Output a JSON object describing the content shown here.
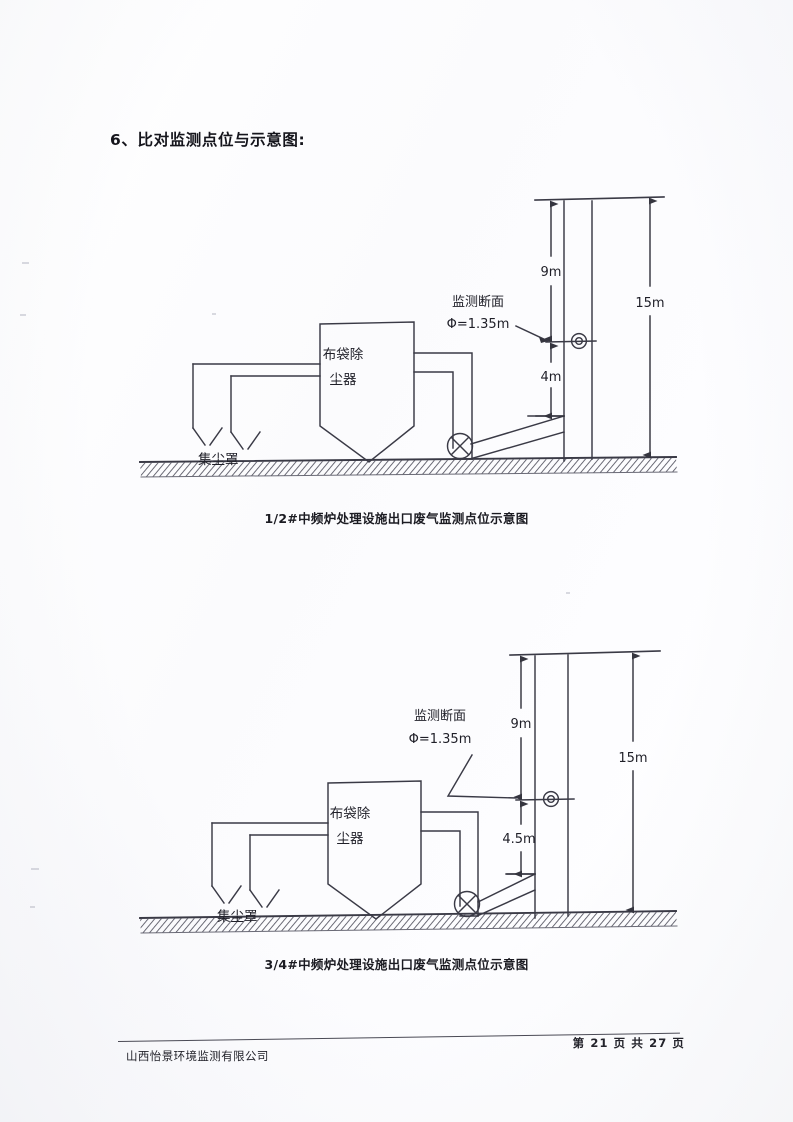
{
  "document": {
    "heading": "6、比对监测点位与示意图:",
    "footer": {
      "company": "山西怡景环境监测有限公司",
      "pagination": "第 21 页 共 27 页",
      "page_number": "21",
      "total_pages": "27"
    }
  },
  "figures": [
    {
      "id": "figure-1",
      "caption": "1/2#中频炉处理设施出口废气监测点位示意图",
      "labels": {
        "hood": "集尘罩",
        "baghouse_line1": "布袋除",
        "baghouse_line2": "尘器",
        "section_title": "监测断面",
        "section_diameter": "Φ=1.35m",
        "dim_upper": "9m",
        "dim_lower": "4m",
        "dim_total": "15m"
      }
    },
    {
      "id": "figure-2",
      "caption": "3/4#中频炉处理设施出口废气监测点位示意图",
      "labels": {
        "hood": "集尘罩",
        "baghouse_line1": "布袋除",
        "baghouse_line2": "尘器",
        "section_title": "监测断面",
        "section_diameter": "Φ=1.35m",
        "dim_upper": "9m",
        "dim_lower": "4.5m",
        "dim_total": "15m"
      }
    }
  ],
  "colors": {
    "ink": "#23232b",
    "line": "#3a3a46",
    "page_background": "#fdfdfd"
  }
}
